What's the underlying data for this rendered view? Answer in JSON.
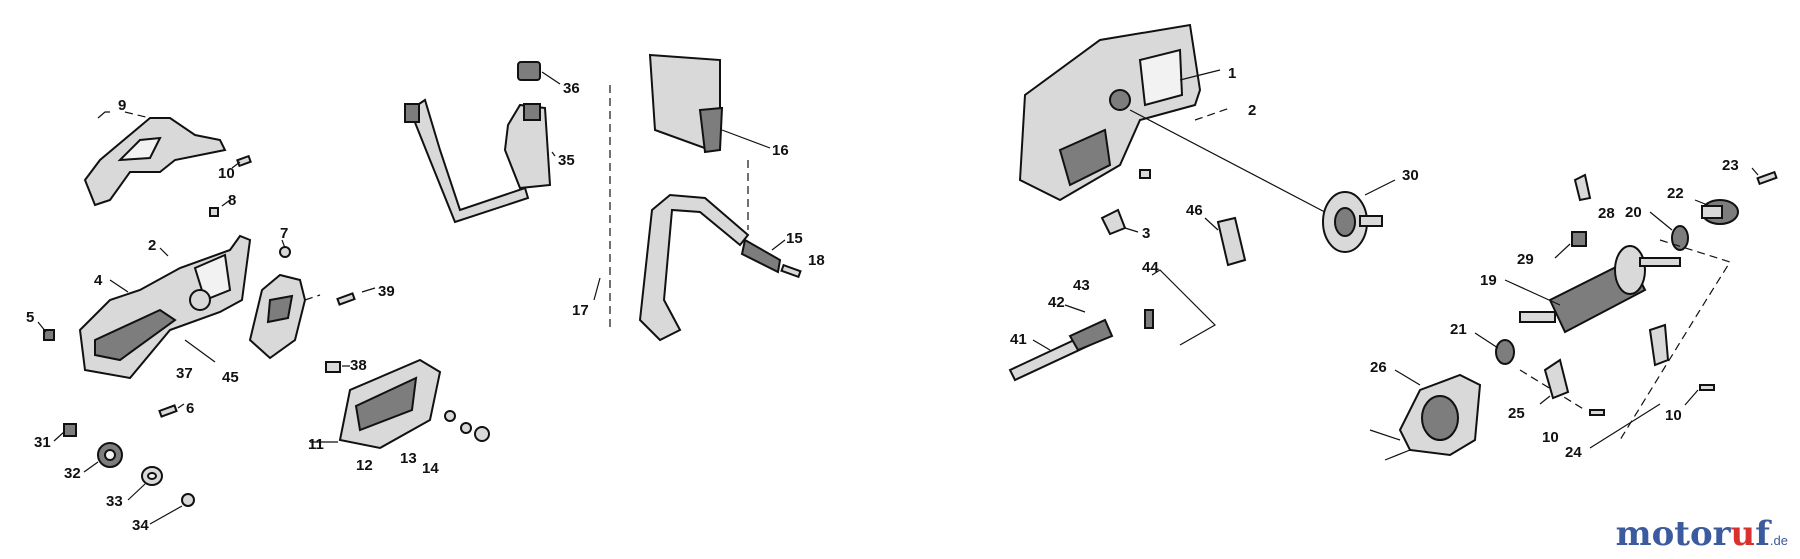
{
  "diagram": {
    "part_numbers": {
      "p1": "1",
      "p2": "2",
      "p2b": "2",
      "p3": "3",
      "p4": "4",
      "p5": "5",
      "p6": "6",
      "p7": "7",
      "p8": "8",
      "p9": "9",
      "p10a": "10",
      "p10b": "10",
      "p10c": "10",
      "p11": "11",
      "p12": "12",
      "p13": "13",
      "p14": "14",
      "p15": "15",
      "p16": "16",
      "p17": "17",
      "p18": "18",
      "p19": "19",
      "p20": "20",
      "p21": "21",
      "p22": "22",
      "p23": "23",
      "p24": "24",
      "p25": "25",
      "p26": "26",
      "p28": "28",
      "p29": "29",
      "p30": "30",
      "p31": "31",
      "p32": "32",
      "p33": "33",
      "p34": "34",
      "p35": "35",
      "p36": "36",
      "p37": "37",
      "p38": "38",
      "p39": "39",
      "p41": "41",
      "p42": "42",
      "p43": "43",
      "p44": "44",
      "p45": "45",
      "p46": "46"
    }
  },
  "watermark": {
    "brand_motor": "motor",
    "brand_u": "u",
    "brand_f": "f",
    "brand_tld": ".de"
  }
}
